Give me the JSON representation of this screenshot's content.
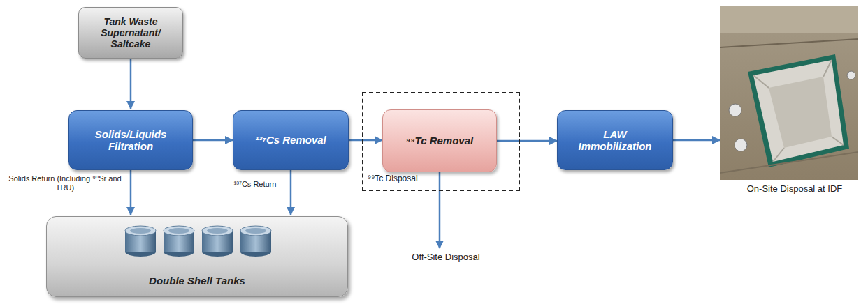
{
  "diagram": {
    "nodes": [
      {
        "text": [
          "Tank Waste Supernatant/ Saltcake"
        ]
      },
      {
        "text": [
          "Solids/Liquids Filtration"
        ]
      },
      {
        "text": [
          "¹³⁷Cs Removal"
        ]
      },
      {
        "text": [
          "⁹⁹Tc Disposal"
        ]
      },
      {
        "text": [
          "⁹⁹Tc Removal"
        ],
        "in": 3
      },
      {
        "text": [
          "LAW Immobilization"
        ]
      },
      {
        "text": [
          "Double Shell Tanks"
        ]
      },
      {
        "text": [
          "On-Site Disposal at IDF"
        ]
      },
      {
        "text": [
          "Off-Site Disposal"
        ]
      }
    ],
    "edges": [
      {
        "from": 0,
        "to": 1,
        "arrow": "to"
      },
      {
        "from": 1,
        "to": 2,
        "arrow": "to"
      },
      {
        "from": 2,
        "to": 4,
        "arrow": "to"
      },
      {
        "from": 4,
        "to": 5,
        "arrow": "to"
      },
      {
        "from": 5,
        "to": 7,
        "arrow": "to"
      },
      {
        "from": 1,
        "to": 6,
        "label": "Solids Return (Including ⁹⁰Sr and TRU)",
        "arrow": "to"
      },
      {
        "from": 2,
        "to": 6,
        "label": "¹³⁷Cs Return",
        "arrow": "to"
      },
      {
        "from": 4,
        "to": 8,
        "arrow": "to"
      }
    ]
  }
}
